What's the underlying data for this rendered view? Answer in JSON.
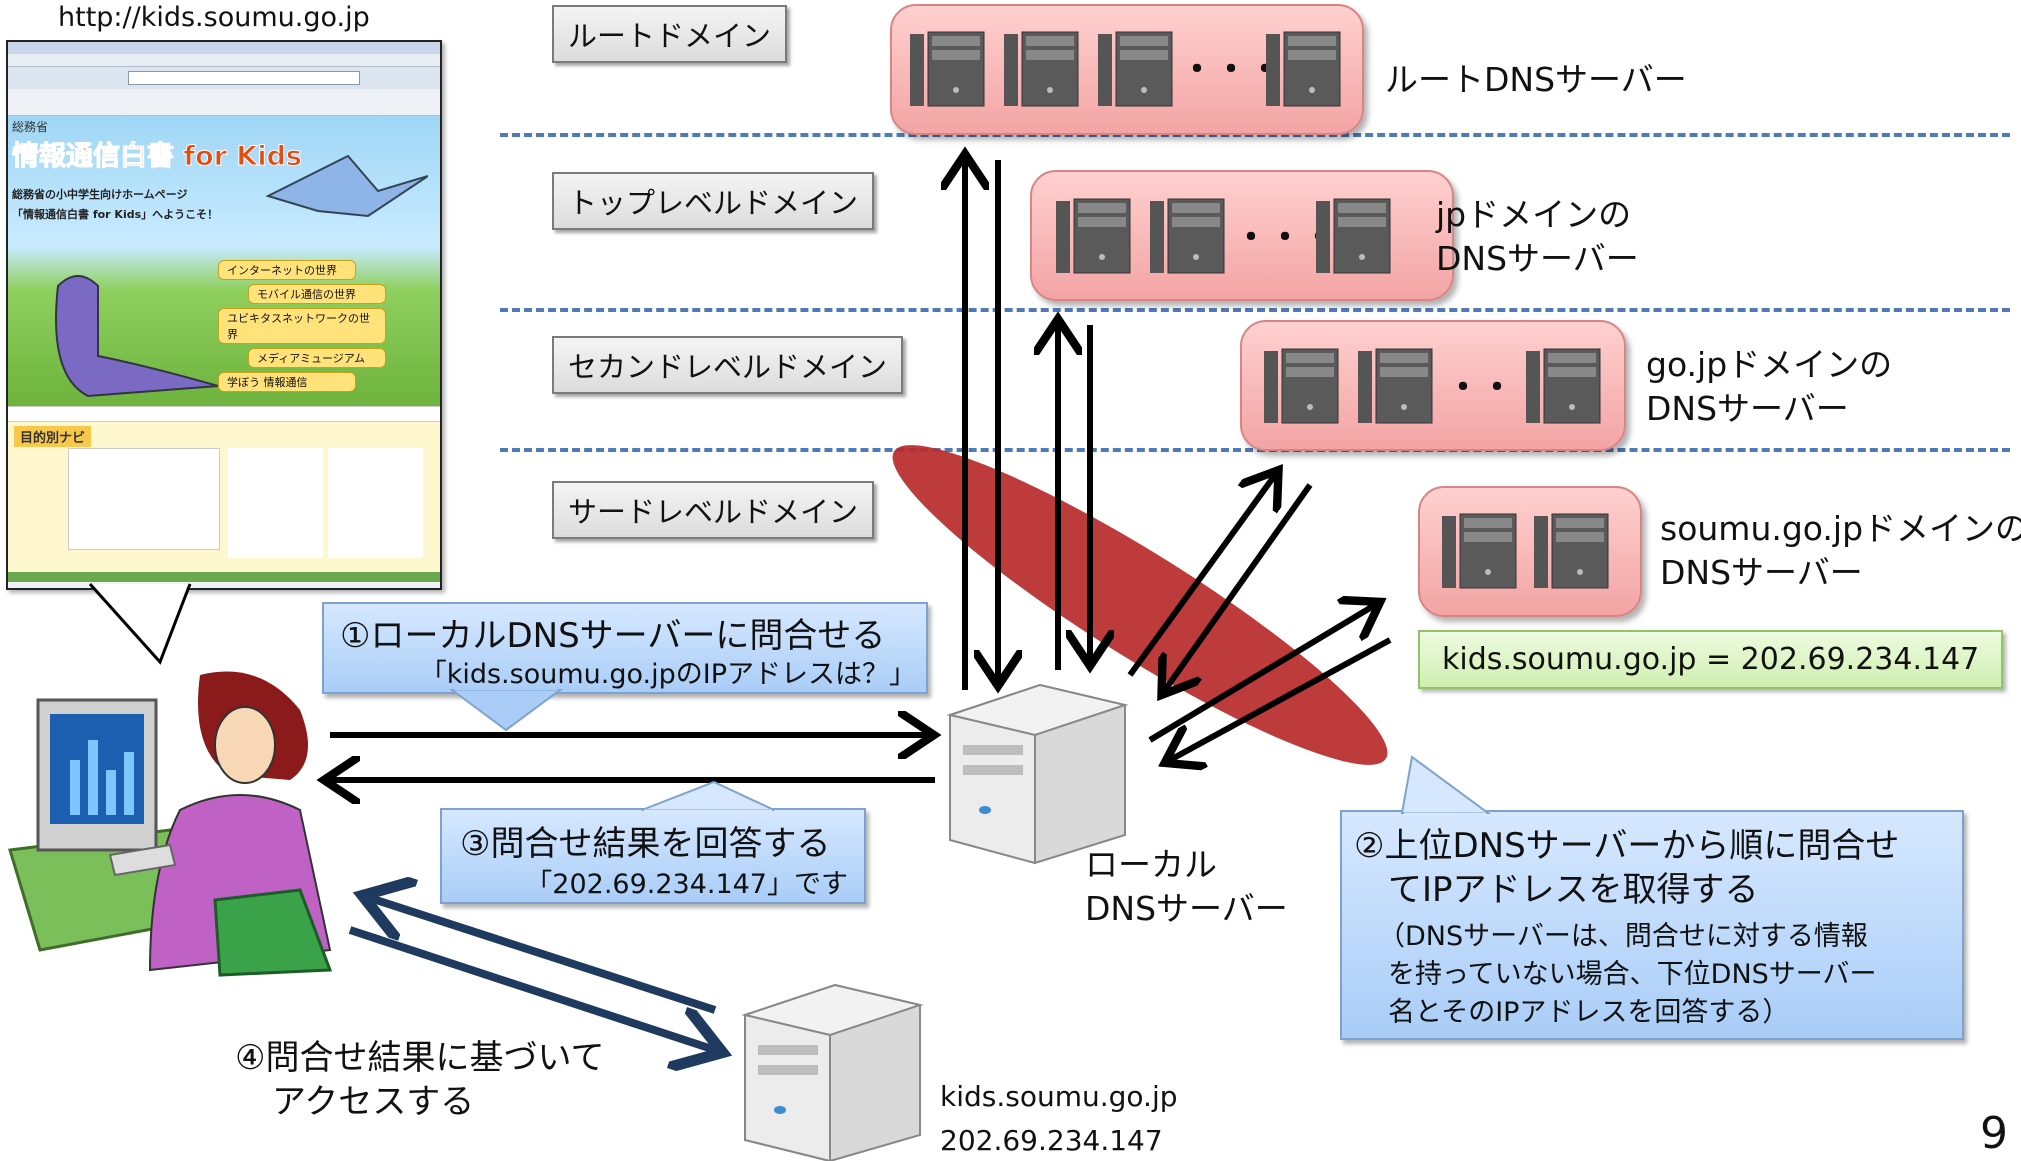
{
  "url_label": "http://kids.soumu.go.jp",
  "levels": [
    {
      "label": "ルートドメイン"
    },
    {
      "label": "トップレベルドメイン"
    },
    {
      "label": "セカンドレベルドメイン"
    },
    {
      "label": "サードレベルドメイン"
    }
  ],
  "servers": {
    "root": {
      "line1": "ルートDNSサーバー",
      "line2": ""
    },
    "jp": {
      "line1": "jpドメインの",
      "line2": "DNSサーバー"
    },
    "gojp": {
      "line1": "go.jpドメインの",
      "line2": "DNSサーバー"
    },
    "soumu": {
      "line1": "soumu.go.jpドメインの",
      "line2": "DNSサーバー"
    },
    "ellipsis": "・・・"
  },
  "result": "kids.soumu.go.jp = 202.69.234.147",
  "callouts": {
    "step1": {
      "main": "①ローカルDNSサーバーに問合せる",
      "sub": "「kids.soumu.go.jpのIPアドレスは？」"
    },
    "step2": {
      "line1": "②上位DNSサーバーから順に問合せ",
      "line2": "てIPアドレスを取得する",
      "note1": "（DNSサーバーは、問合せに対する情報",
      "note2": "を持っていない場合、下位DNSサーバー",
      "note3": "名とそのIPアドレスを回答する）"
    },
    "step3": {
      "main": "③問合せ結果を回答する",
      "sub": "「202.69.234.147」です"
    },
    "step4": {
      "line1": "④問合せ結果に基づいて",
      "line2": "アクセスする"
    }
  },
  "local_dns": {
    "line1": "ローカル",
    "line2": "DNSサーバー"
  },
  "web_server": {
    "line1": "kids.soumu.go.jp",
    "line2": "202.69.234.147"
  },
  "page_number": "9",
  "website": {
    "title": "情報通信白書 for Kids",
    "ministry": "総務省",
    "subtitle": "総務省の小中学生向けホームページ",
    "welcome": "「情報通信白書 for Kids」へようこそ！",
    "menu": [
      "インターネットの世界",
      "モバイル通信の世界",
      "ユビキタスネットワークの世界",
      "メディアミュージアム",
      "学ぼう 情報通信"
    ],
    "nav_title": "目的別ナビ"
  },
  "colors": {
    "dash": "#4f7ab9",
    "arrow": "#000000",
    "arrow_navy": "#1f3a5f",
    "ellipse": "#b92a2a"
  }
}
